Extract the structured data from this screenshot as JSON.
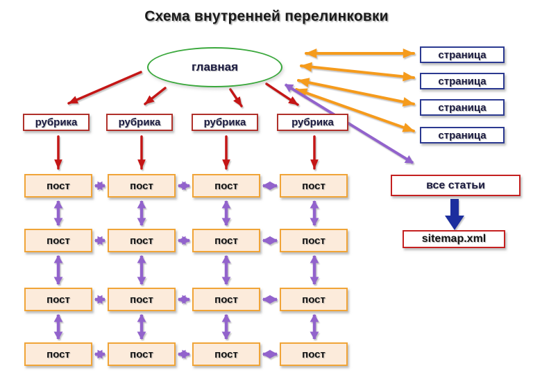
{
  "title": "Схема внутренней перелинковки",
  "nodes": {
    "home": "главная",
    "rubrics": [
      "рубрика",
      "рубрика",
      "рубрика",
      "рубрика"
    ],
    "posts": [
      "пост",
      "пост",
      "пост",
      "пост",
      "пост",
      "пост",
      "пост",
      "пост",
      "пост",
      "пост",
      "пост",
      "пост",
      "пост",
      "пост",
      "пост",
      "пост"
    ],
    "pages": [
      "страница",
      "страница",
      "страница",
      "страница"
    ],
    "all_articles": "все статьи",
    "sitemap": "sitemap.xml"
  },
  "colors": {
    "red_arrow": "#c41414",
    "orange_arrow": "#f59b1e",
    "purple_arrow": "#9263cc",
    "blue_arrow": "#1b2f9e",
    "green_border": "#3aa83c",
    "rubric_border": "#b0302a",
    "post_border": "#f0a437",
    "post_fill": "#fcebdb",
    "page_border": "#2b3990",
    "articles_border": "#c42020",
    "label_navy": "#1b1b40",
    "label_black": "#141414"
  }
}
